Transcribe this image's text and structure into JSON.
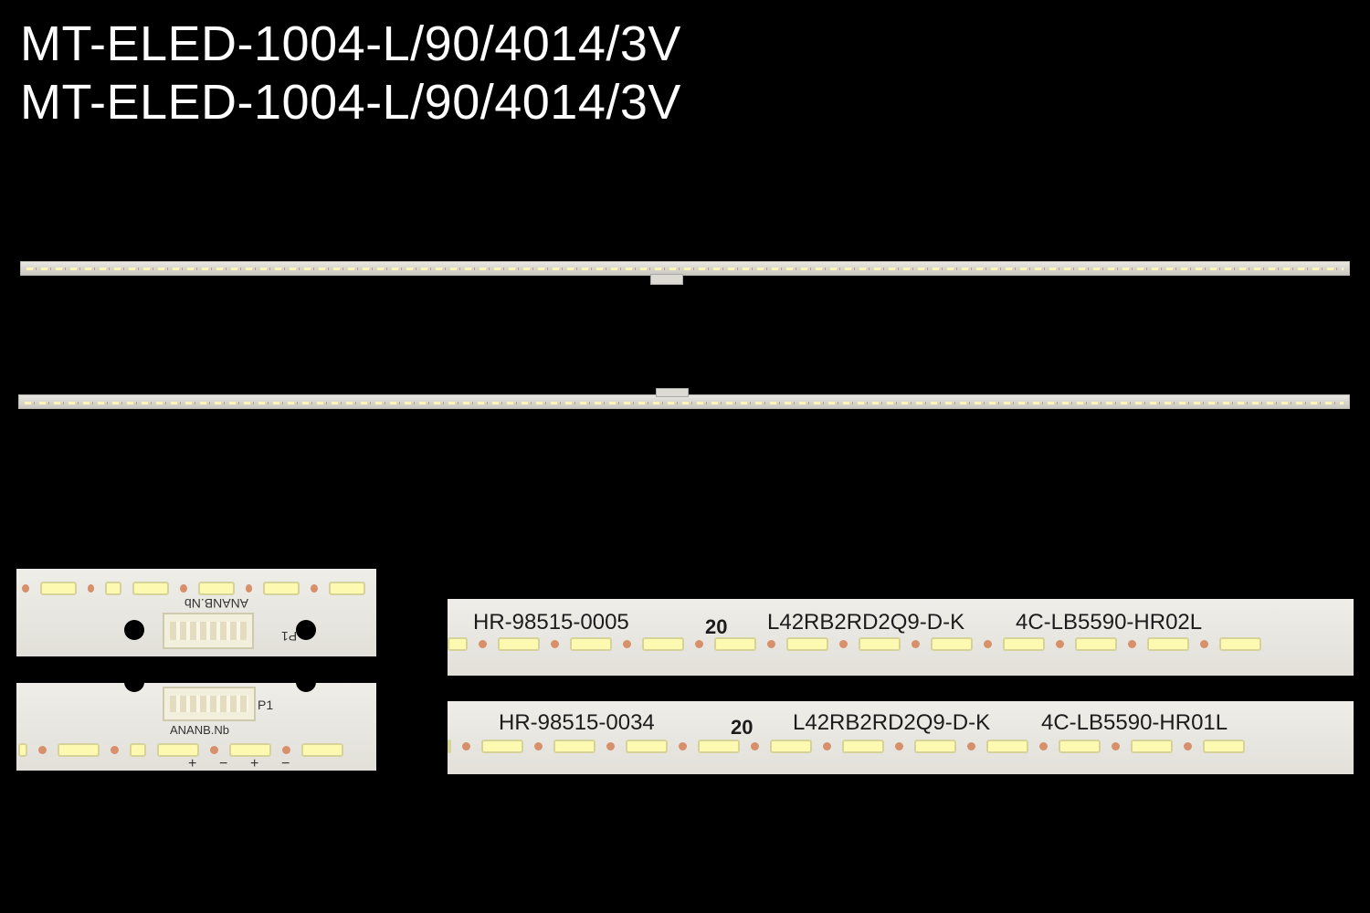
{
  "title": {
    "line1": "MT-ELED-1004-L/90/4014/3V",
    "line2": "MT-ELED-1004-L/90/4014/3V"
  },
  "closeup_left": {
    "top_marking": "ANANB.Nb",
    "top_p_label": "P1",
    "bottom_p_label": "P1",
    "bottom_marking": "ANANB.Nb",
    "polarity": [
      "+",
      "−",
      "+",
      "−"
    ]
  },
  "closeup_right": {
    "top": {
      "part_number": "HR-98515-0005",
      "count": "20",
      "model": "L42RB2RD2Q9-D-K",
      "code": "4C-LB5590-HR02L"
    },
    "bottom": {
      "part_number": "HR-98515-0034",
      "count": "20",
      "model": "L42RB2RD2Q9-D-K",
      "code": "4C-LB5590-HR01L"
    }
  },
  "colors": {
    "background": "#000000",
    "pcb": "#e2e0d9",
    "led": "#fdf9b0",
    "resistor_dot": "#d7906a"
  }
}
